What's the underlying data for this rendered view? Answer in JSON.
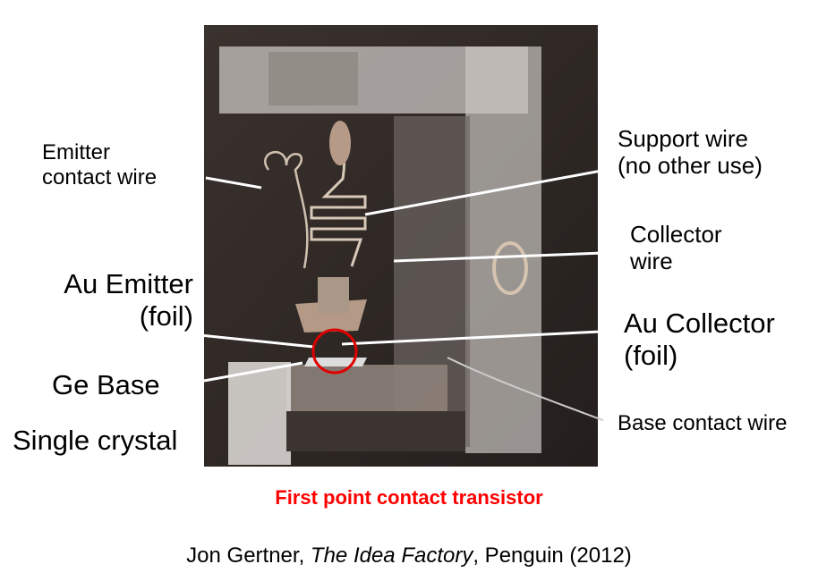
{
  "labels": {
    "emitter_contact_wire": [
      "Emitter",
      "contact wire"
    ],
    "support_wire": [
      "Support wire",
      "(no other use)"
    ],
    "collector_wire": [
      "Collector",
      "wire"
    ],
    "au_emitter": [
      "Au Emitter",
      "(foil)"
    ],
    "au_collector": [
      "Au Collector",
      "(foil)"
    ],
    "ge_base": "Ge Base",
    "single_crystal": "Single crystal",
    "base_contact_wire": "Base contact wire"
  },
  "title": "First point contact transistor",
  "citation": {
    "author": "Jon Gertner, ",
    "book": "The Idea Factory",
    "publisher": ", Penguin (2012)"
  },
  "colors": {
    "title": "#ff0000",
    "highlight_circle": "#e00000"
  }
}
